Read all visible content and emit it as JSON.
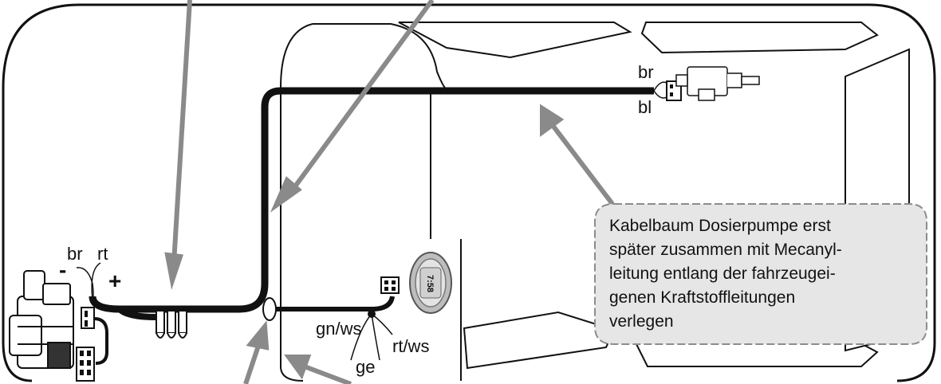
{
  "wire_labels": {
    "br_left": "br",
    "rt_left": "rt",
    "minus": "-",
    "plus": "+",
    "br_pump": "br",
    "bl_pump": "bl",
    "gn_ws": "gn/ws",
    "ge": "ge",
    "rt_ws": "rt/ws"
  },
  "timer_display": "7:58",
  "callout": {
    "lines": [
      "Kabelbaum Dosierpumpe erst",
      "später zusammen mit Mecanyl-",
      "leitung entlang der fahrzeugei-",
      "genen Kraftstoffleitungen",
      "verlegen"
    ]
  },
  "colors": {
    "harness": "#111111",
    "arrow": "#8a8a8a",
    "callout_fill": "#e6e6e6",
    "callout_border": "#8c8c8c"
  }
}
